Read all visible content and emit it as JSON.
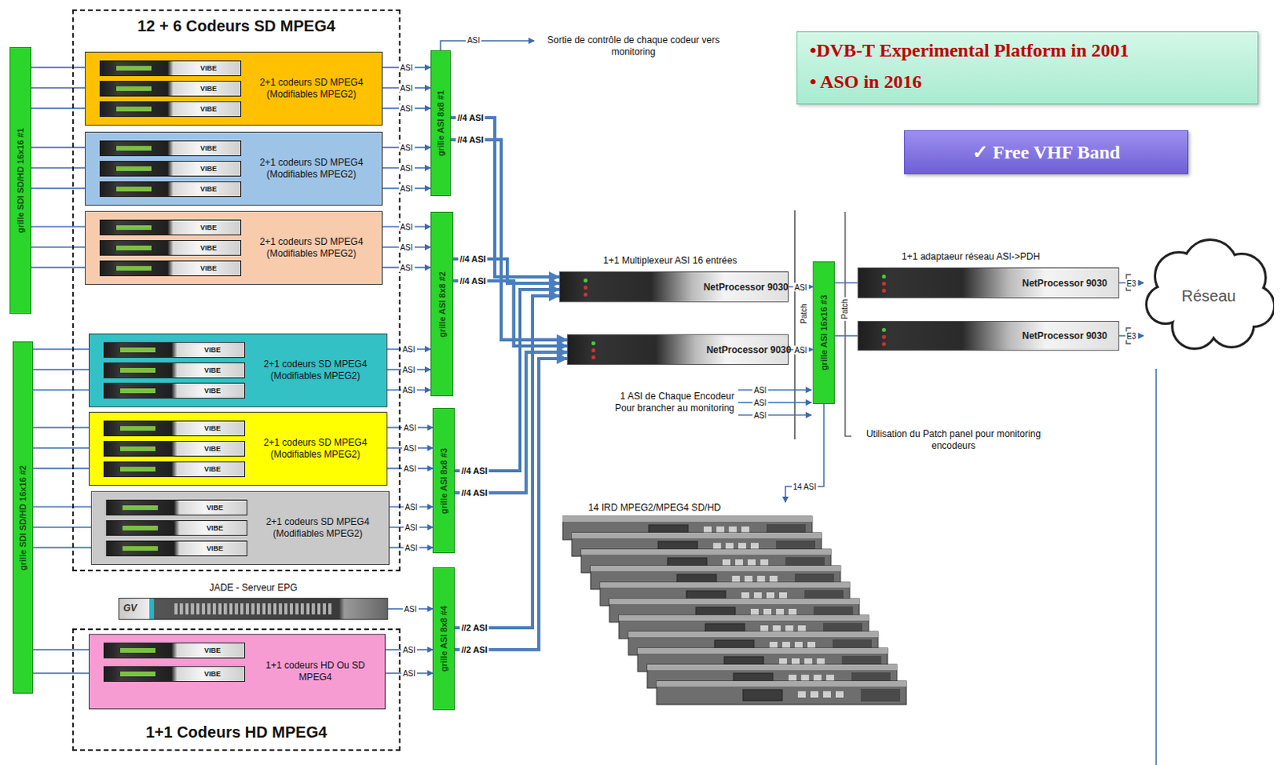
{
  "diagram": {
    "nodes": [
      {
        "text": [
          "12 + 6 Codeurs SD MPEG4"
        ]
      },
      {
        "text": [
          "VIBE",
          "VIBE",
          "VIBE",
          "2+1 codeurs SD MPEG4 (Modifiables MPEG2)"
        ],
        "in": 0
      },
      {
        "text": [
          "VIBE",
          "VIBE",
          "VIBE",
          "2+1 codeurs SD MPEG4 (Modifiables MPEG2)"
        ],
        "in": 0
      },
      {
        "text": [
          "VIBE",
          "VIBE",
          "VIBE",
          "2+1 codeurs SD MPEG4 (Modifiables MPEG2)"
        ],
        "in": 0
      },
      {
        "text": [
          "VIBE",
          "VIBE",
          "VIBE",
          "2+1 codeurs SD MPEG4 (Modifiables MPEG2)"
        ],
        "in": 0
      },
      {
        "text": [
          "VIBE",
          "VIBE",
          "VIBE",
          "2+1 codeurs SD MPEG4 (Modifiables MPEG2)"
        ],
        "in": 0
      },
      {
        "text": [
          "VIBE",
          "VIBE",
          "VIBE",
          "2+1 codeurs SD MPEG4 (Modifiables MPEG2)"
        ],
        "in": 0
      },
      {
        "text": [
          "1+1 Codeurs HD MPEG4"
        ]
      },
      {
        "text": [
          "VIBE",
          "VIBE",
          "1+1 codeurs HD Ou SD MPEG4"
        ],
        "in": 7
      },
      {
        "text": [
          "grille SDI SD/HD 16x16 #1"
        ]
      },
      {
        "text": [
          "grille SDI SD/HD 16x16 #2"
        ]
      },
      {
        "text": [
          "grille ASI 8x8 #1"
        ]
      },
      {
        "text": [
          "grille ASI 8x8 #2"
        ]
      },
      {
        "text": [
          "grille ASI 8x8 #3"
        ]
      },
      {
        "text": [
          "grille ASI 8x8 #4"
        ]
      },
      {
        "text": [
          "JADE - Serveur EPG",
          "GV"
        ]
      },
      {
        "text": [
          "1+1 Multiplexeur ASI 16 entrées",
          "NetProcessor 9030"
        ]
      },
      {
        "text": [
          "NetProcessor 9030"
        ]
      },
      {
        "text": [
          "grille ASI 16x16 #3"
        ]
      },
      {
        "text": [
          "1+1 adaptaeur réseau ASI->PDH",
          "NetProcessor 9030"
        ]
      },
      {
        "text": [
          "NetProcessor 9030"
        ]
      },
      {
        "text": [
          "Réseau"
        ]
      },
      {
        "text": [
          "14 IRD MPEG2/MPEG4 SD/HD"
        ]
      },
      {
        "text": [
          "•DVB-T Experimental Platform in 2001",
          "• ASO in 2016"
        ]
      },
      {
        "text": [
          "✓ Free VHF Band"
        ]
      }
    ],
    "edges": [
      {
        "from": 9,
        "to": 1,
        "arrow": "none"
      },
      {
        "from": 9,
        "to": 2,
        "arrow": "none"
      },
      {
        "from": 9,
        "to": 3,
        "arrow": "none"
      },
      {
        "from": 10,
        "to": 4,
        "arrow": "none"
      },
      {
        "from": 10,
        "to": 5,
        "arrow": "none"
      },
      {
        "from": 10,
        "to": 6,
        "arrow": "none"
      },
      {
        "from": 10,
        "to": 8,
        "arrow": "none"
      },
      {
        "from": 1,
        "to": 11,
        "label": "ASI",
        "arrow": "to"
      },
      {
        "from": 1,
        "to": 11,
        "label": "ASI",
        "arrow": "to"
      },
      {
        "from": 1,
        "to": 11,
        "label": "ASI",
        "arrow": "to"
      },
      {
        "from": 2,
        "to": 11,
        "label": "ASI",
        "arrow": "to"
      },
      {
        "from": 2,
        "to": 11,
        "label": "ASI",
        "arrow": "to"
      },
      {
        "from": 2,
        "to": 11,
        "label": "ASI",
        "arrow": "to"
      },
      {
        "from": 3,
        "to": 12,
        "label": "ASI",
        "arrow": "to"
      },
      {
        "from": 3,
        "to": 12,
        "label": "ASI",
        "arrow": "to"
      },
      {
        "from": 3,
        "to": 12,
        "label": "ASI",
        "arrow": "to"
      },
      {
        "from": 4,
        "to": 12,
        "label": "ASI",
        "arrow": "to"
      },
      {
        "from": 4,
        "to": 12,
        "label": "ASI",
        "arrow": "to"
      },
      {
        "from": 4,
        "to": 12,
        "label": "ASI",
        "arrow": "to"
      },
      {
        "from": 5,
        "to": 13,
        "label": "ASI",
        "arrow": "to"
      },
      {
        "from": 5,
        "to": 13,
        "label": "ASI",
        "arrow": "to"
      },
      {
        "from": 5,
        "to": 13,
        "label": "ASI",
        "arrow": "to"
      },
      {
        "from": 6,
        "to": 13,
        "label": "ASI",
        "arrow": "to"
      },
      {
        "from": 6,
        "to": 13,
        "label": "ASI",
        "arrow": "to"
      },
      {
        "from": 6,
        "to": 13,
        "label": "ASI",
        "arrow": "to"
      },
      {
        "from": 8,
        "to": 14,
        "label": "ASI",
        "arrow": "to"
      },
      {
        "from": 8,
        "to": 14,
        "label": "ASI",
        "arrow": "to"
      },
      {
        "from": 15,
        "to": 14,
        "label": "ASI",
        "arrow": "to"
      },
      {
        "from": 11,
        "to": 16,
        "label": "//4 ASI",
        "arrow": "to"
      },
      {
        "from": 11,
        "to": 17,
        "label": "//4 ASI",
        "arrow": "to"
      },
      {
        "from": 12,
        "to": 16,
        "label": "//4 ASI",
        "arrow": "to"
      },
      {
        "from": 12,
        "to": 17,
        "label": "//4 ASI",
        "arrow": "to"
      },
      {
        "from": 13,
        "to": 16,
        "label": "//4 ASI",
        "arrow": "to"
      },
      {
        "from": 13,
        "to": 17,
        "label": "//4 ASI",
        "arrow": "to"
      },
      {
        "from": 14,
        "to": 16,
        "label": "//2 ASI",
        "arrow": "to"
      },
      {
        "from": 14,
        "to": 17,
        "label": "//2 ASI",
        "arrow": "to"
      },
      {
        "from": 16,
        "to": 18,
        "label": "ASI",
        "arrow": "to"
      },
      {
        "from": 17,
        "to": 18,
        "label": "ASI",
        "arrow": "to"
      },
      {
        "from": 18,
        "to": 19,
        "arrow": "none"
      },
      {
        "from": 18,
        "to": 20,
        "arrow": "none"
      },
      {
        "from": 19,
        "to": 21,
        "label": "E3",
        "arrow": "to"
      },
      {
        "from": 20,
        "to": 21,
        "label": "E3",
        "arrow": "to"
      },
      {
        "from": 18,
        "to": 22,
        "label": "14 ASI",
        "arrow": "to"
      }
    ],
    "labels": [
      "ASI",
      "Sortie de contrôle de chaque codeur vers monitoring",
      "Patch",
      "Patch",
      "1 ASI de Chaque Encodeur Pour brancher au monitoring",
      "ASI",
      "ASI",
      "ASI",
      "Utilisation du Patch panel pour monitoring encodeurs"
    ]
  }
}
